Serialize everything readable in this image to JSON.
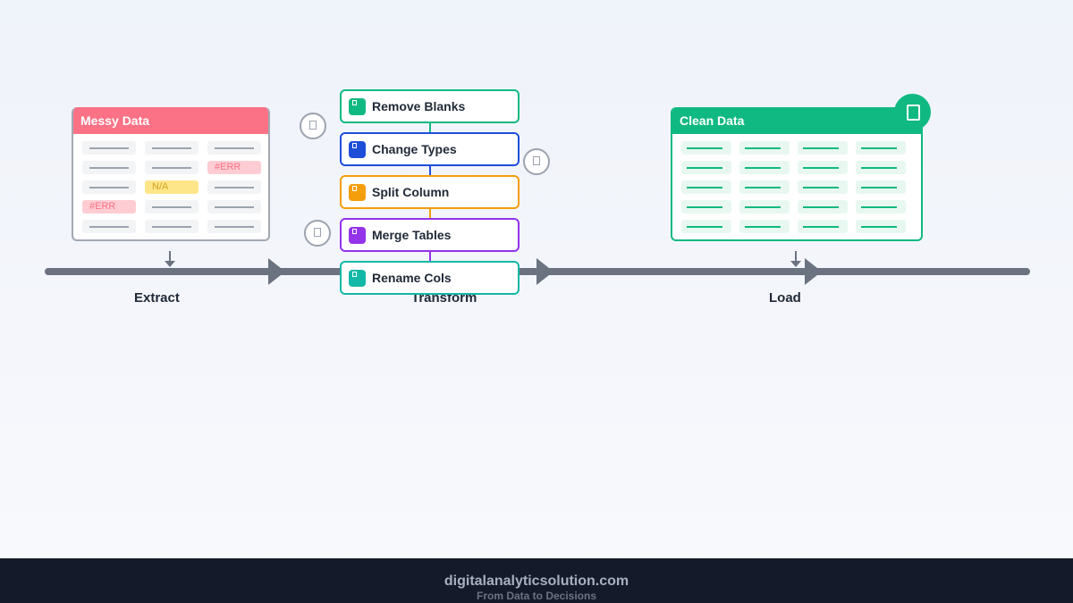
{
  "stages": [
    {
      "label": "Extract"
    },
    {
      "label": "Transform"
    },
    {
      "label": "Load"
    }
  ],
  "messy_table": {
    "title": "Messy Data",
    "error_tag": "#ERR",
    "missing_tag": "N/A",
    "header_color": "#fb7185"
  },
  "clean_table": {
    "title": "Clean Data",
    "header_color": "#10b981",
    "badge_icon": "document-icon"
  },
  "steps": [
    {
      "label": "Remove Blanks",
      "color": "#10b981"
    },
    {
      "label": "Change Types",
      "color": "#1d4ed8"
    },
    {
      "label": "Split Column",
      "color": "#f59e0b"
    },
    {
      "label": "Merge Tables",
      "color": "#9333ea"
    },
    {
      "label": "Rename Cols",
      "color": "#14b8a6"
    }
  ],
  "footer": {
    "site": "digitalanalyticsolution.com",
    "tagline": "From Data to Decisions"
  }
}
